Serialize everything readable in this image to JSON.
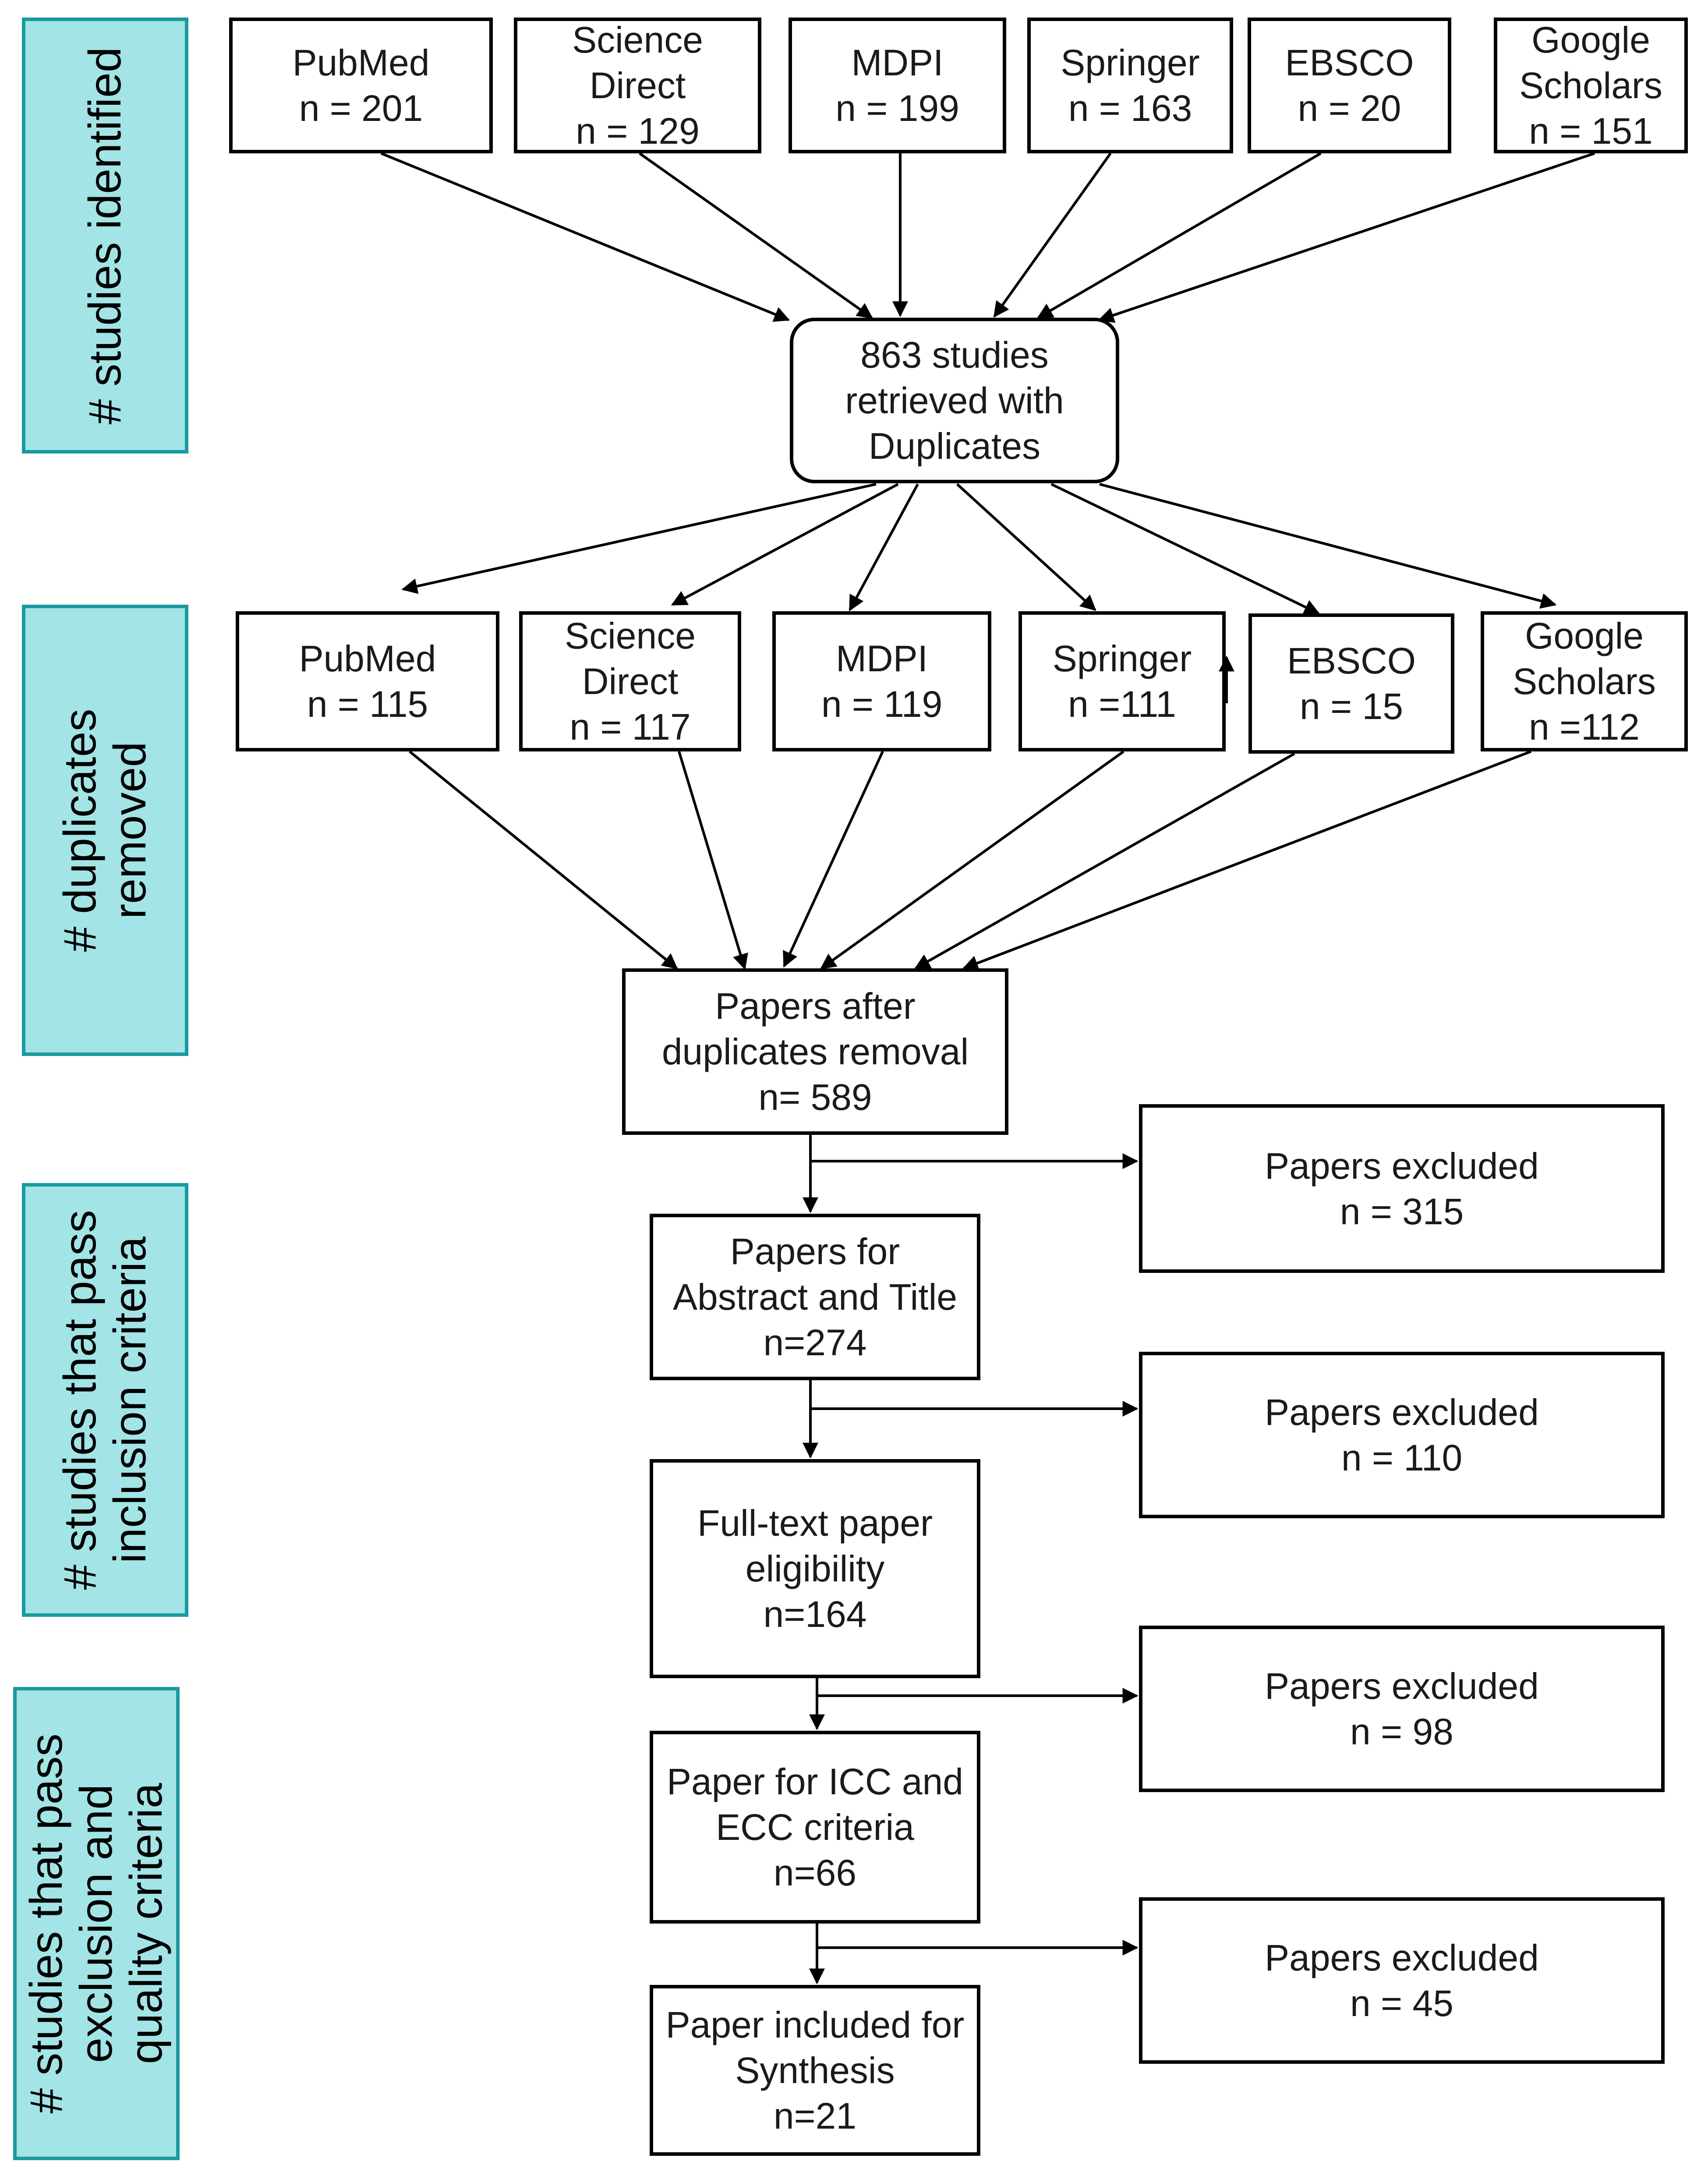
{
  "phases": {
    "identified": {
      "lines": [
        "# studies identified"
      ]
    },
    "duplicates": {
      "lines": [
        "# duplicates",
        "removed"
      ]
    },
    "inclusion": {
      "lines": [
        "# studies that pass",
        "inclusion criteria"
      ]
    },
    "exclusion": {
      "lines": [
        "# studies that pass",
        "exclusion and",
        "quality criteria"
      ]
    }
  },
  "sources_identified": [
    {
      "name": [
        "PubMed"
      ],
      "count": "n = 201"
    },
    {
      "name": [
        "Science",
        "Direct"
      ],
      "count": "n = 129"
    },
    {
      "name": [
        "MDPI"
      ],
      "count": "n = 199"
    },
    {
      "name": [
        "Springer"
      ],
      "count": "n = 163"
    },
    {
      "name": [
        "EBSCO"
      ],
      "count": "n = 20"
    },
    {
      "name": [
        "Google",
        "Scholars"
      ],
      "count": "n = 151"
    }
  ],
  "retrieved": {
    "lines": [
      "863 studies",
      "retrieved with",
      "Duplicates"
    ]
  },
  "sources_dedup": [
    {
      "name": [
        "PubMed"
      ],
      "count": "n = 115"
    },
    {
      "name": [
        "Science",
        "Direct"
      ],
      "count": "n = 117"
    },
    {
      "name": [
        "MDPI"
      ],
      "count": "n = 119"
    },
    {
      "name": [
        "Springer"
      ],
      "count": "n =111"
    },
    {
      "name": [
        "EBSCO"
      ],
      "count": "n = 15"
    },
    {
      "name": [
        "Google",
        "Scholars"
      ],
      "count": "n =112"
    }
  ],
  "after_dedup": {
    "lines": [
      "Papers after",
      "duplicates removal",
      "n= 589"
    ]
  },
  "abstract_title": {
    "lines": [
      "Papers for",
      "Abstract and Title",
      "n=274"
    ]
  },
  "fulltext": {
    "lines": [
      "Full-text paper",
      "eligibility",
      "n=164"
    ]
  },
  "icc_ecc": {
    "lines": [
      "Paper for ICC and",
      "ECC criteria",
      "n=66"
    ]
  },
  "synthesis": {
    "lines": [
      "Paper included for",
      "Synthesis",
      "n=21"
    ]
  },
  "excluded": [
    {
      "label": "Papers excluded",
      "count": "n = 315"
    },
    {
      "label": "Papers excluded",
      "count": "n = 110"
    },
    {
      "label": "Papers excluded",
      "count": "n =  98"
    },
    {
      "label": "Papers excluded",
      "count": "n = 45"
    }
  ],
  "colors": {
    "phase_fill": "#a3e4e6",
    "phase_border": "#1a9aa0",
    "box_border": "#000000",
    "text": "#1a1a1a"
  }
}
